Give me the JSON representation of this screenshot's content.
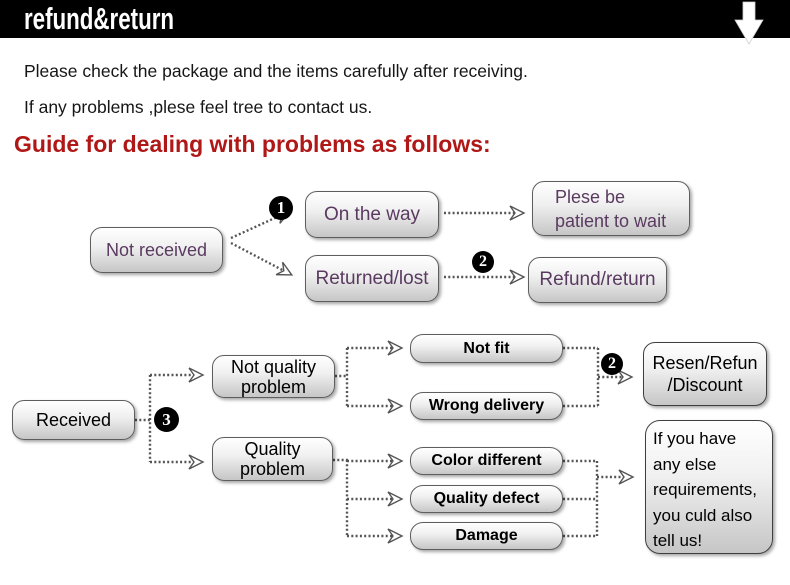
{
  "header": {
    "title": "refund&return"
  },
  "intro": {
    "line1": "Please check the package and the items carefully after receiving.",
    "line2": "If any problems ,plese feel tree to contact us."
  },
  "guide_heading": "Guide for dealing with problems as follows:",
  "colors": {
    "header_bg": "#000000",
    "heading_red": "#b01818",
    "flow1_text": "#5a3a60",
    "flow2_text": "#000000",
    "box_border": "#5e5e5e",
    "connector": "#555555",
    "badge_bg": "#000000"
  },
  "flow1": {
    "badges": {
      "one": "1",
      "two": "2"
    },
    "nodes": {
      "not_received": "Not received",
      "on_the_way": "On the way",
      "please_wait_line1": "Plese be",
      "please_wait_line2": "patient to wait",
      "returned_lost": "Returned/lost",
      "refund_return": "Refund/return"
    }
  },
  "flow2": {
    "badges": {
      "three": "3",
      "two": "2"
    },
    "nodes": {
      "received": "Received",
      "not_quality_line1": "Not quality",
      "not_quality_line2": "problem",
      "quality_line1": "Quality",
      "quality_line2": "problem",
      "not_fit": "Not fit",
      "wrong_delivery": "Wrong delivery",
      "color_different": "Color different",
      "quality_defect": "Quality defect",
      "damage": "Damage",
      "resen_line1": "Resen/Refun",
      "resen_line2": "/Discount",
      "note_lines": [
        "If you have",
        "any else",
        "requirements,",
        "you culd also",
        "tell us!"
      ]
    }
  }
}
